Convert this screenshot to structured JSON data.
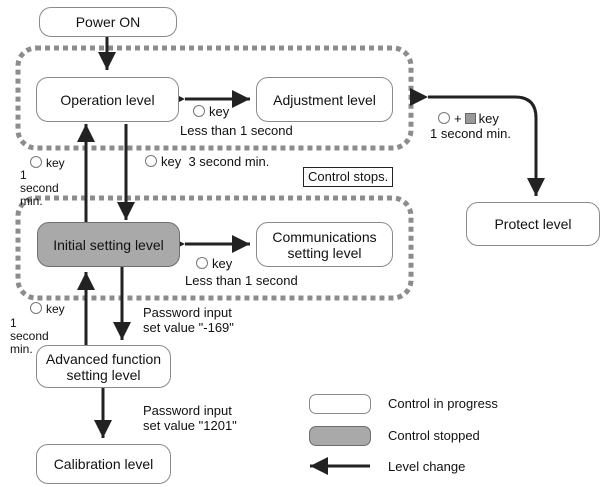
{
  "nodes": {
    "power_on": "Power ON",
    "operation": "Operation level",
    "adjustment": "Adjustment level",
    "protect": "Protect level",
    "initial": "Initial setting level",
    "communications": "Communications setting level",
    "advanced": "Advanced function setting level",
    "calibration": "Calibration level"
  },
  "labels": {
    "key": "key",
    "op_adj_time": "Less than 1 second",
    "protect_key": "+",
    "protect_time": "1 second min.",
    "left_key_time": "1 second min.",
    "op_init_time": "3 second min.",
    "control_stops": "Control stops.",
    "init_comm_time": "Less than 1 second",
    "pw1_line1": "Password input",
    "pw1_line2": "set value \"-169\"",
    "pw2_line1": "Password input",
    "pw2_line2": "set value \"1201\""
  },
  "legend": {
    "in_progress": "Control in progress",
    "stopped": "Control stopped",
    "level_change": "Level change"
  },
  "colors": {
    "stopped_fill": "#a9a9a9",
    "dotted_border": "#8c8c8c",
    "arrow": "#222222"
  }
}
